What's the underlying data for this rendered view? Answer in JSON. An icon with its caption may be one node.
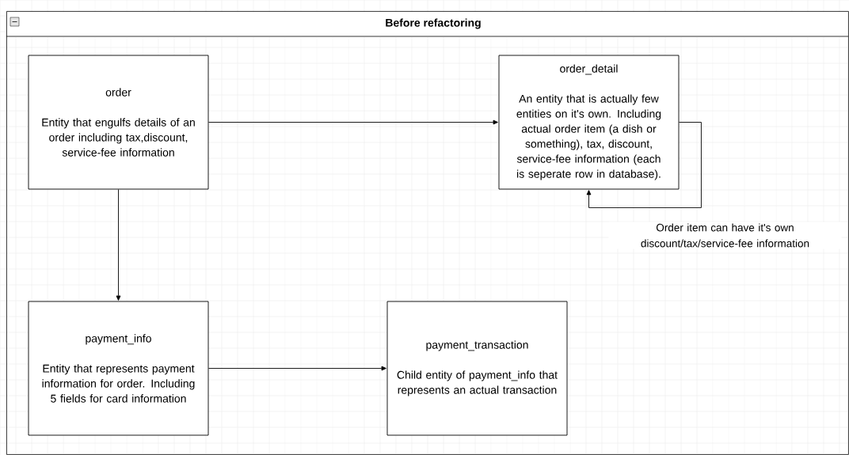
{
  "diagram": {
    "nodes": [
      {
        "text": [
          "Before refactoring"
        ]
      },
      {
        "text": [
          "order",
          "Entity that engulfs details of an order including tax,discount, service-fee information"
        ],
        "in": 0
      },
      {
        "text": [
          "order_detail",
          "An entity that is actually few entities on it's own. Including actual order item (a dish or something), tax, discount, service-fee information (each is seperate row in database)."
        ],
        "in": 0
      },
      {
        "text": [
          "payment_info",
          "Entity that represents payment information for order. Including 5 fields for card information"
        ],
        "in": 0
      },
      {
        "text": [
          "payment_transaction",
          "Child entity of payment_info that represents an actual transaction"
        ],
        "in": 0
      }
    ],
    "edges": [
      {
        "from": 1,
        "to": 2,
        "arrow": "to"
      },
      {
        "from": 2,
        "to": 2,
        "arrow": "to",
        "label": "Order item can have it's own discount/tax/service-fee information"
      },
      {
        "from": 1,
        "to": 3,
        "arrow": "to"
      },
      {
        "from": 3,
        "to": 4,
        "arrow": "to"
      }
    ]
  }
}
